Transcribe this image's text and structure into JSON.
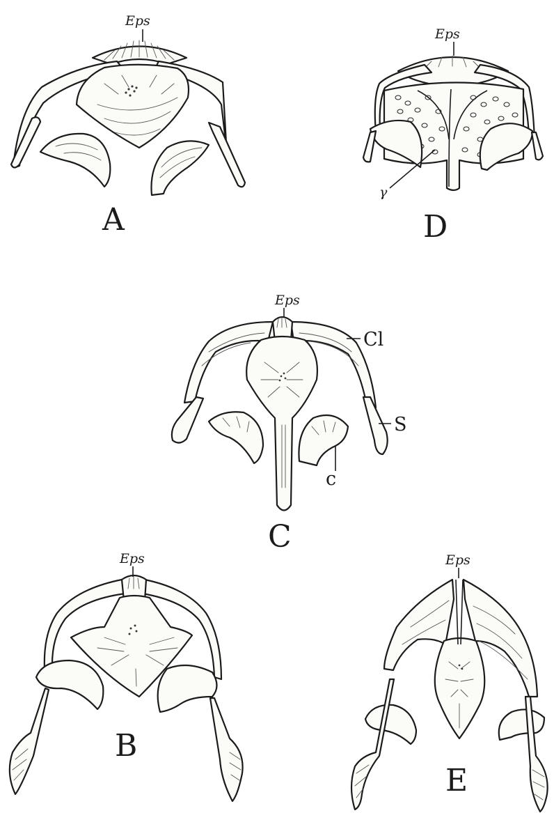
{
  "figures": {
    "A": {
      "letter": "A",
      "eps": "Eps"
    },
    "B": {
      "letter": "B",
      "eps": "Eps"
    },
    "C": {
      "letter": "C",
      "eps": "Eps",
      "clavicle": "Cl",
      "scapula": "S",
      "coracoid": "c"
    },
    "D": {
      "letter": "D",
      "eps": "Eps",
      "interclavicle": "γ"
    },
    "E": {
      "letter": "E",
      "eps": "Eps"
    }
  },
  "colors": {
    "ink": "#1b1b1b",
    "paper": "#ffffff",
    "bone": "#fbfbf8"
  }
}
